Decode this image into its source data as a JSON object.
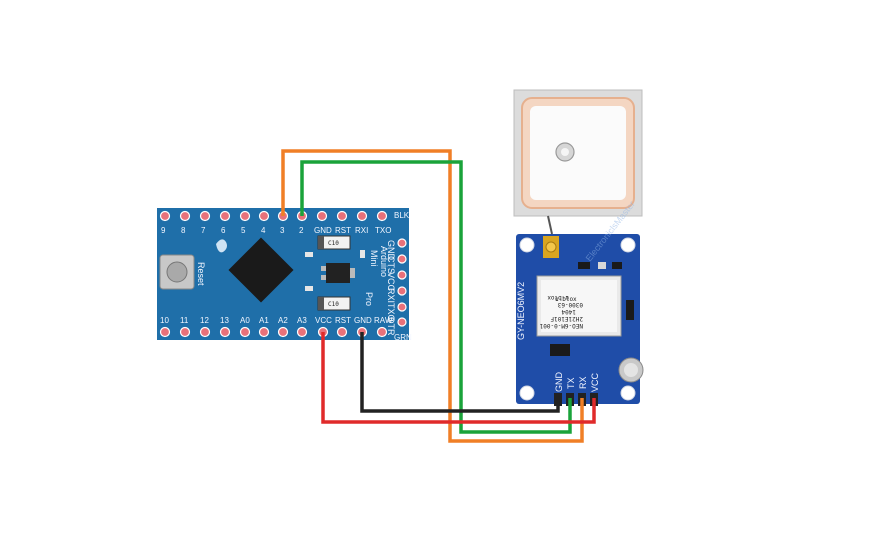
{
  "arduino": {
    "top_pins": [
      "9",
      "8",
      "7",
      "6",
      "5",
      "4",
      "3",
      "2",
      "GND",
      "RST",
      "RXI",
      "TXO"
    ],
    "corner_top": "BLK",
    "corner_bottom": "GRN",
    "bottom_pins": [
      "10",
      "11",
      "12",
      "13",
      "A0",
      "A1",
      "A2",
      "A3",
      "VCC",
      "RST",
      "GND",
      "RAW"
    ],
    "right_pins": [
      "GND",
      "CTS",
      "VCC",
      "RXI",
      "TXO",
      "DTR"
    ],
    "title_lines": [
      "Arduino",
      "Pro",
      "Mini"
    ],
    "reset_label": "Reset",
    "cap_label": "C10",
    "cap_label_2": "C10"
  },
  "gps": {
    "board_label": "GY-NEO6MV2",
    "module_lines": [
      "NEO-6M-0-001",
      "2H21E101F",
      "1404",
      "0300-63"
    ],
    "brand": "u-blox",
    "pins": [
      "GND",
      "TX",
      "RX",
      "VCC"
    ],
    "watermark": "ElectroniclsMaster"
  },
  "colors": {
    "board_blue": "#1f6fa9",
    "gps_blue": "#1f4da8",
    "wire_orange": "#f07f26",
    "wire_green": "#1aa33a",
    "wire_red": "#e02a2a",
    "wire_black": "#222222",
    "pad": "#e8717a",
    "antenna_ceramic": "#f2d2bd"
  }
}
